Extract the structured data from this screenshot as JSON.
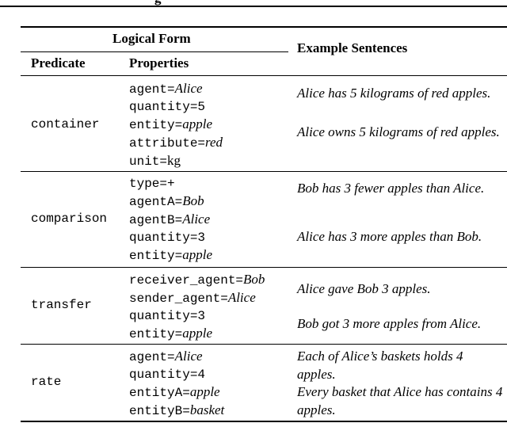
{
  "caption_fragment": "g",
  "header": {
    "logical_form": "Logical Form",
    "predicate": "Predicate",
    "properties": "Properties",
    "example_sentences": "Example Sentences"
  },
  "rows": [
    {
      "predicate": "container",
      "properties": [
        {
          "key": "agent",
          "value": "Alice",
          "italic": true
        },
        {
          "key": "quantity",
          "value": "5",
          "italic": false
        },
        {
          "key": "entity",
          "value": "apple",
          "italic": true
        },
        {
          "key": "attribute",
          "value": "red",
          "italic": true
        },
        {
          "key": "unit",
          "value": "kg",
          "italic": false
        }
      ],
      "sentences": [
        "Alice has 5 kilograms of red apples.",
        "Alice owns 5 kilograms of red apples."
      ]
    },
    {
      "predicate": "comparison",
      "properties": [
        {
          "key": "type",
          "value": "+",
          "italic": false
        },
        {
          "key": "agentA",
          "value": "Bob",
          "italic": true
        },
        {
          "key": "agentB",
          "value": "Alice",
          "italic": true
        },
        {
          "key": "quantity",
          "value": "3",
          "italic": false
        },
        {
          "key": "entity",
          "value": "apple",
          "italic": true
        }
      ],
      "sentences": [
        "Bob has 3 fewer apples than Alice.",
        "Alice has 3 more apples than Bob."
      ]
    },
    {
      "predicate": "transfer",
      "properties": [
        {
          "key": "receiver_agent",
          "value": "Bob",
          "italic": true
        },
        {
          "key": "sender_agent",
          "value": "Alice",
          "italic": true
        },
        {
          "key": "quantity",
          "value": "3",
          "italic": false
        },
        {
          "key": "entity",
          "value": "apple",
          "italic": true
        }
      ],
      "sentences": [
        "Alice gave Bob 3 apples.",
        "Bob got 3 more apples from Alice."
      ]
    },
    {
      "predicate": "rate",
      "properties": [
        {
          "key": "agent",
          "value": "Alice",
          "italic": true
        },
        {
          "key": "quantity",
          "value": "4",
          "italic": false
        },
        {
          "key": "entityA",
          "value": "apple",
          "italic": true
        },
        {
          "key": "entityB",
          "value": "basket",
          "italic": true
        }
      ],
      "sentences": [
        "Each of Alice’s baskets holds 4 apples.",
        "Every basket that Alice has contains 4 apples."
      ]
    }
  ]
}
